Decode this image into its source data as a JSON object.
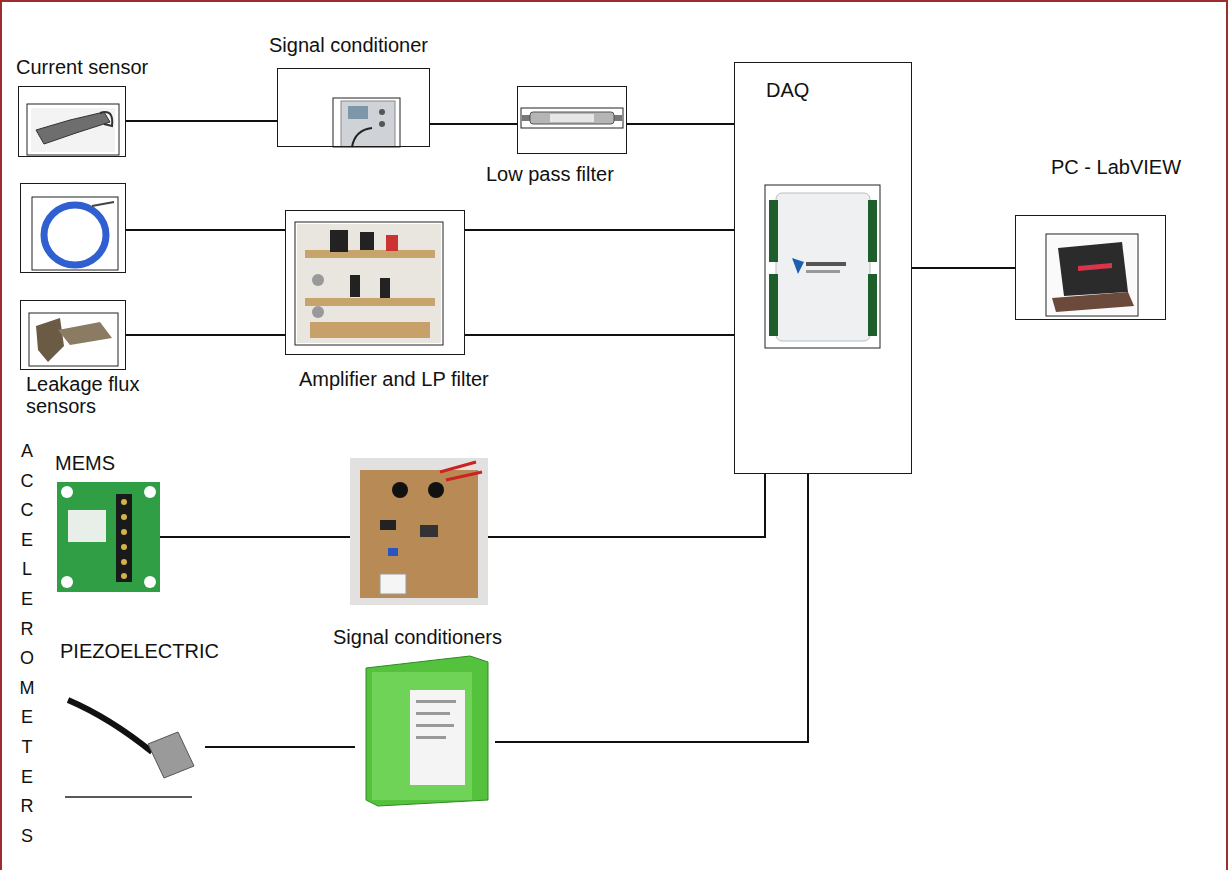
{
  "diagram": {
    "nodes": [
      {
        "text": [
          "Current sensor"
        ]
      },
      {
        "text": [
          "Signal conditioner"
        ]
      },
      {
        "text": [
          "Low pass filter"
        ]
      },
      {
        "text": [
          "DAQ"
        ]
      },
      {
        "text": [
          "PC - LabVIEW"
        ]
      },
      {
        "text": []
      },
      {
        "text": [
          "Amplifier and LP filter"
        ]
      },
      {
        "text": [
          "Leakage flux sensors"
        ]
      },
      {
        "text": [
          "MEMS"
        ]
      },
      {
        "text": []
      },
      {
        "text": [
          "PIEZOELECTRIC"
        ]
      },
      {
        "text": [
          "Signal conditioners"
        ]
      }
    ],
    "edges": [
      {
        "from": 0,
        "to": 1,
        "arrow": "none"
      },
      {
        "from": 1,
        "to": 2,
        "arrow": "none"
      },
      {
        "from": 2,
        "to": 3,
        "arrow": "none"
      },
      {
        "from": 3,
        "to": 4,
        "arrow": "none"
      },
      {
        "from": 5,
        "to": 6,
        "arrow": "none"
      },
      {
        "from": 7,
        "to": 6,
        "arrow": "none"
      },
      {
        "from": 6,
        "to": 3,
        "arrow": "none"
      },
      {
        "from": 6,
        "to": 3,
        "arrow": "none"
      },
      {
        "from": 8,
        "to": 9,
        "arrow": "none"
      },
      {
        "from": 9,
        "to": 3,
        "arrow": "none"
      },
      {
        "from": 10,
        "to": 11,
        "arrow": "none"
      },
      {
        "from": 11,
        "to": 3,
        "arrow": "none"
      }
    ],
    "labels": [
      "ACCELEROMETERS"
    ]
  }
}
